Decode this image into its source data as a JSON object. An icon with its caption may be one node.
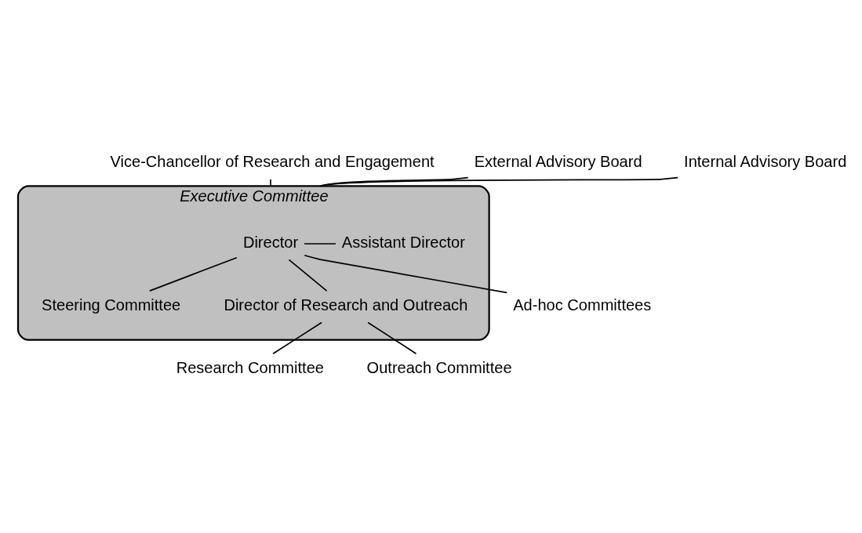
{
  "diagram": {
    "nodes": [
      {
        "text": [
          "Vice-Chancellor of Research and Engagement"
        ]
      },
      {
        "text": [
          "Executive Committee"
        ]
      },
      {
        "text": [
          "External Advisory Board"
        ]
      },
      {
        "text": [
          "Internal Advisory Board"
        ]
      },
      {
        "text": [
          "Director"
        ],
        "in": 1
      },
      {
        "text": [
          "Assistant Director"
        ],
        "in": 1
      },
      {
        "text": [
          "Steering Committee"
        ],
        "in": 1
      },
      {
        "text": [
          "Director of Research and Outreach"
        ],
        "in": 1
      },
      {
        "text": [
          "Ad-hoc Committees"
        ]
      },
      {
        "text": [
          "Research Committee"
        ]
      },
      {
        "text": [
          "Outreach Committee"
        ]
      }
    ],
    "edges": [
      {
        "from": 0,
        "to": 1,
        "arrow": "none"
      },
      {
        "from": 2,
        "to": 1,
        "arrow": "none"
      },
      {
        "from": 3,
        "to": 1,
        "arrow": "none"
      },
      {
        "from": 4,
        "to": 5,
        "arrow": "none"
      },
      {
        "from": 4,
        "to": 8,
        "arrow": "none"
      },
      {
        "from": 4,
        "to": 6,
        "arrow": "none"
      },
      {
        "from": 4,
        "to": 7,
        "arrow": "none"
      },
      {
        "from": 7,
        "to": 9,
        "arrow": "none"
      },
      {
        "from": 7,
        "to": 10,
        "arrow": "none"
      }
    ]
  }
}
